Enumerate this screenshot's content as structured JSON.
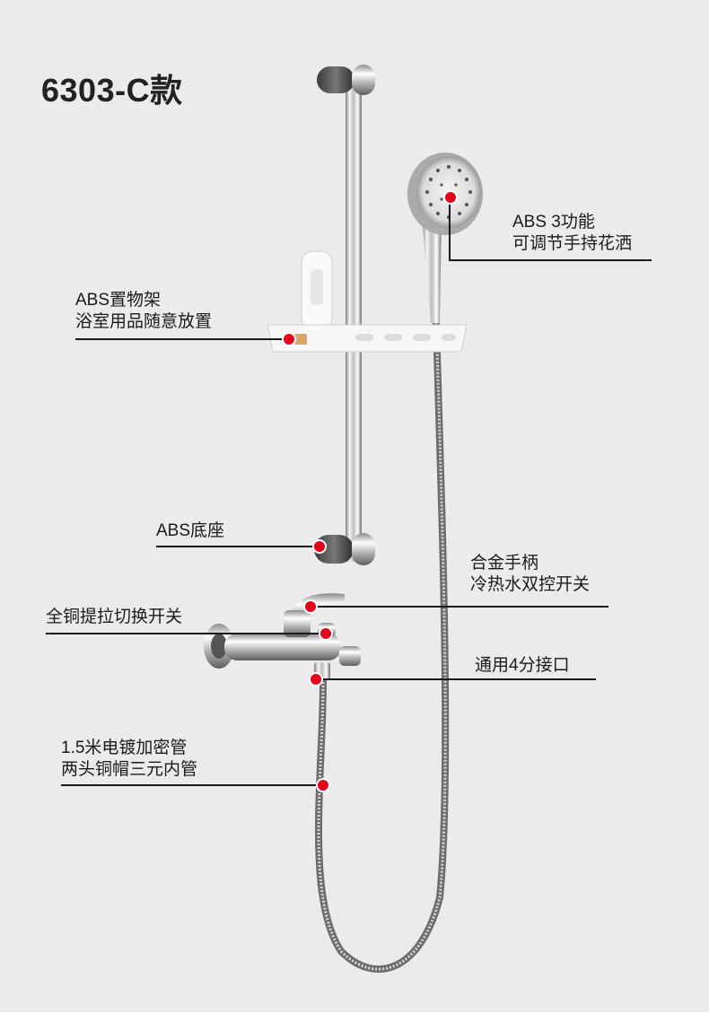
{
  "model": {
    "title": "6303-C款"
  },
  "callouts": {
    "handheld_shower": {
      "line1": "ABS 3功能",
      "line2": "可调节手持花洒"
    },
    "shelf": {
      "line1": "ABS置物架",
      "line2": "浴室用品随意放置"
    },
    "base": {
      "line1": "ABS底座"
    },
    "handle": {
      "line1": "合金手柄",
      "line2": "冷热水双控开关"
    },
    "diverter": {
      "line1": "全铜提拉切换开关"
    },
    "connector": {
      "line1": "通用4分接口"
    },
    "hose": {
      "line1": "1.5米电镀加密管",
      "line2": "两头铜帽三元内管"
    }
  },
  "colors": {
    "background": "#ebebeb",
    "marker": "#e3001b",
    "leader_line": "#1a1a1a"
  }
}
